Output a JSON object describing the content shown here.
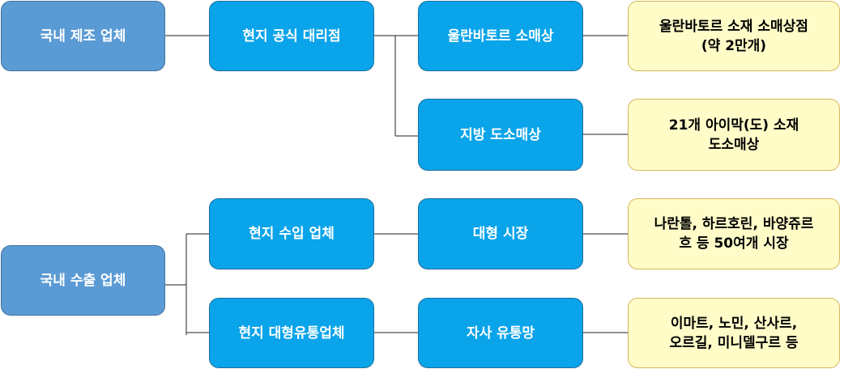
{
  "nodes": {
    "domestic_manufacturer": "국내 제조 업체",
    "official_dealer": "현지 공식 대리점",
    "ub_retailer": "울란바토르 소매상",
    "regional_retailer": "지방 도소매상",
    "ub_retail_stores": "울란바토르 소재 소매상점\n(약 2만개)",
    "aimag_wholesale": "21개 아이막(도) 소재\n도소매상",
    "domestic_exporter": "국내 수출 업체",
    "local_importer": "현지 수입 업체",
    "local_large_distributor": "현지 대형유통업체",
    "large_market": "대형 시장",
    "own_network": "자사 유통망",
    "markets_list": "나란톨, 하르호린, 바양쥬르\n흐 등 50여개 시장",
    "stores_list": "이마트, 노민, 산사르,\n오르길, 미니델구르 등"
  }
}
